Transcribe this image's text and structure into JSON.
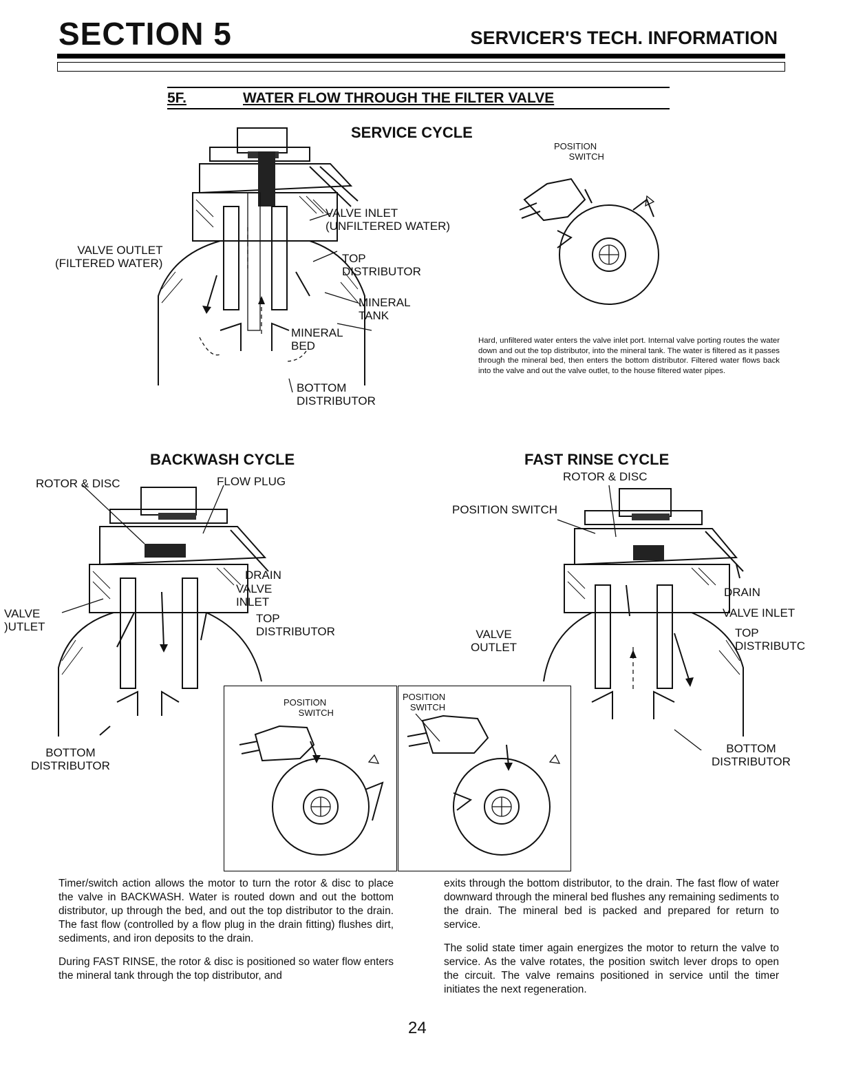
{
  "header": {
    "section": "SECTION 5",
    "title": "SERVICER'S TECH. INFORMATION"
  },
  "subsection": {
    "number": "5F.",
    "title": "WATER FLOW THROUGH THE FILTER VALVE"
  },
  "service": {
    "title": "SERVICE CYCLE",
    "labels": {
      "valve_inlet": "VALVE INLET\n(UNFILTERED WATER)",
      "valve_outlet": "VALVE OUTLET\n(FILTERED WATER)",
      "top_distributor": "TOP\nDISTRIBUTOR",
      "mineral_tank": "MINERAL\nTANK",
      "mineral_bed": "MINERAL\nBED",
      "bottom_distributor": "BOTTOM\nDISTRIBUTOR"
    },
    "position_label": "POSITION\n      SWITCH",
    "description": "Hard, unfiltered water enters the valve inlet port. Internal valve porting routes the water down and out the top distributor, into the mineral tank. The water is filtered as it passes through the mineral bed, then enters the bottom distributor. Filtered water flows back into the valve and out the valve outlet, to the house filtered water pipes."
  },
  "backwash": {
    "title": "BACKWASH CYCLE",
    "labels": {
      "rotor_disc": "ROTOR & DISC",
      "flow_plug": "FLOW PLUG",
      "drain": "DRAIN",
      "valve_inlet": "VALVE\nINLET",
      "top_distributor": "TOP\nDISTRIBUTOR",
      "valve_outlet": "VALVE\n)UTLET",
      "bottom_distributor": "BOTTOM\nDISTRIBUTOR"
    },
    "position_label": "POSITION\n      SWITCH"
  },
  "fast_rinse": {
    "title": "FAST RINSE CYCLE",
    "labels": {
      "rotor_disc": "ROTOR & DISC",
      "position_switch": "POSITION SWITCH",
      "drain": "DRAIN",
      "valve_inlet": "VALVE INLET",
      "top_distributor": "TOP\nDISTRIBUTC",
      "valve_outlet": "VALVE\nOUTLET",
      "bottom_distributor": "BOTTOM\nDISTRIBUTOR"
    },
    "position_label": "POSITION\n   SWITCH"
  },
  "body_left": [
    "Timer/switch action allows the motor to turn the rotor & disc to place the valve in BACKWASH. Water is routed down and out the bottom distributor, up through the bed, and out the top distributor to the drain. The fast flow (controlled by a flow plug in the drain fitting) flushes dirt, sediments, and iron deposits to the drain.",
    "During FAST RINSE, the rotor & disc is positioned so water flow enters the mineral tank through the top distributor, and"
  ],
  "body_right": [
    "exits through the bottom distributor, to the drain. The fast flow of water downward through the mineral bed flushes any remaining sediments to the drain. The mineral bed is packed and prepared for return to service.",
    "The solid state timer again energizes the motor to return the valve to service. As the valve rotates, the position switch lever drops to open the circuit. The valve remains positioned in service until the timer initiates the next regeneration."
  ],
  "page_number": "24"
}
